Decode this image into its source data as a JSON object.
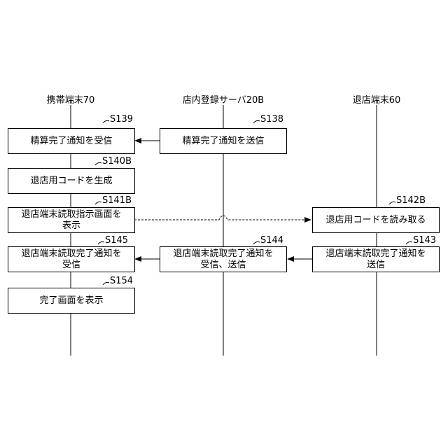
{
  "lanes": {
    "mobile": "携帯端末70",
    "server": "店内登録サーバ20B",
    "exit": "退店端末60"
  },
  "steps": {
    "s139": {
      "id": "S139",
      "text": "精算完了通知を受信"
    },
    "s138": {
      "id": "S138",
      "text": "精算完了通知を送信"
    },
    "s140b": {
      "id": "S140B",
      "text": "退店用コードを生成"
    },
    "s141b": {
      "id": "S141B",
      "line1": "退店端末読取指示画面を",
      "line2": "表示"
    },
    "s142b": {
      "id": "S142B",
      "text": "退店用コードを読み取る"
    },
    "s145": {
      "id": "S145",
      "line1": "退店端末読取完了通知を",
      "line2": "受信"
    },
    "s144": {
      "id": "S144",
      "line1": "退店端末読取完了通知を",
      "line2": "受信、送信"
    },
    "s143": {
      "id": "S143",
      "line1": "退店端末読取完了通知を",
      "line2": "送信"
    },
    "s154": {
      "id": "S154",
      "text": "完了画面を表示"
    }
  }
}
